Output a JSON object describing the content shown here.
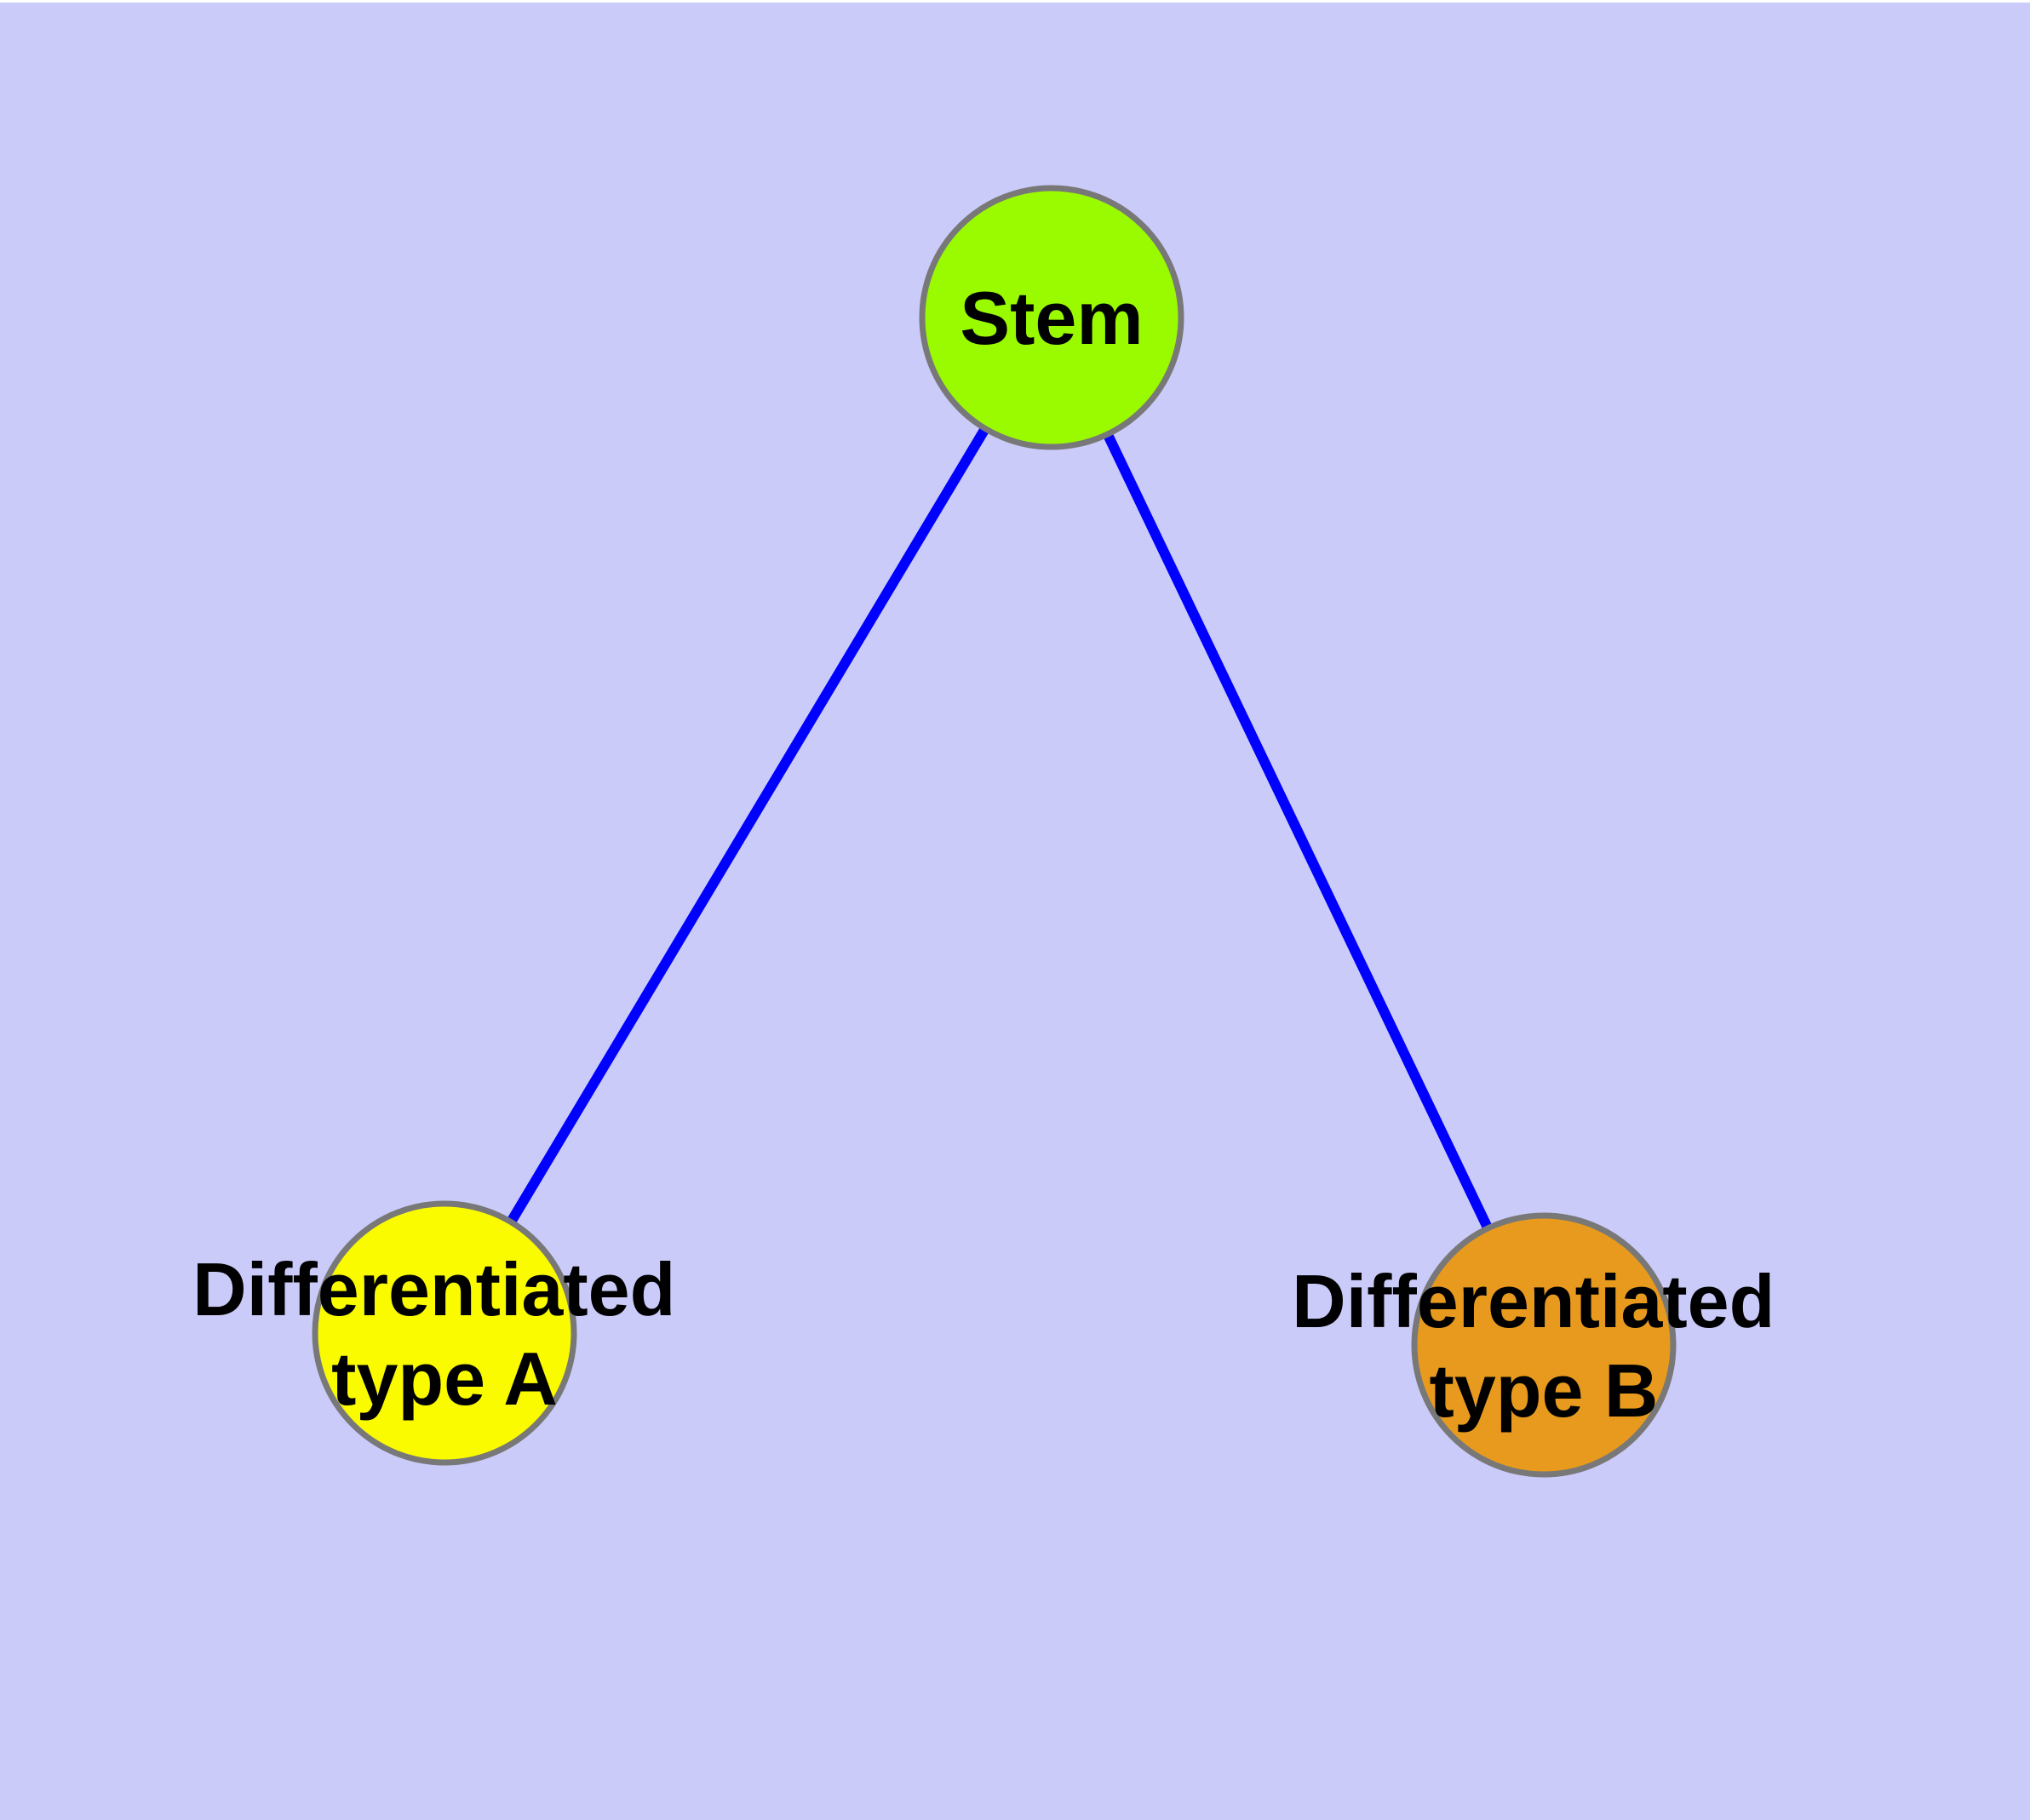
{
  "figure": {
    "background_color": "#CBCBFA",
    "top_strip_color": "#FFFFFF"
  },
  "diagram": {
    "type": "node-link-graph",
    "title": "",
    "edge_color": "#0000FF",
    "node_border_color": "#787878",
    "label_color": "#000000",
    "nodes": [
      {
        "id": "stem",
        "label": "Stem",
        "label_line1": "Stem",
        "label_line2": "",
        "fill_color": "#9AFB00"
      },
      {
        "id": "differentiated-type-a",
        "label": "Differentiated type A",
        "label_line1": "Differentiated",
        "label_line2": "type A",
        "fill_color": "#FBFB00"
      },
      {
        "id": "differentiated-type-b",
        "label": "Differentiated type B",
        "label_line1": "Differentiated",
        "label_line2": "type B",
        "fill_color": "#E79A1D"
      }
    ],
    "edges": [
      {
        "from": "stem",
        "to": "differentiated-type-a"
      },
      {
        "from": "stem",
        "to": "differentiated-type-b"
      }
    ]
  }
}
